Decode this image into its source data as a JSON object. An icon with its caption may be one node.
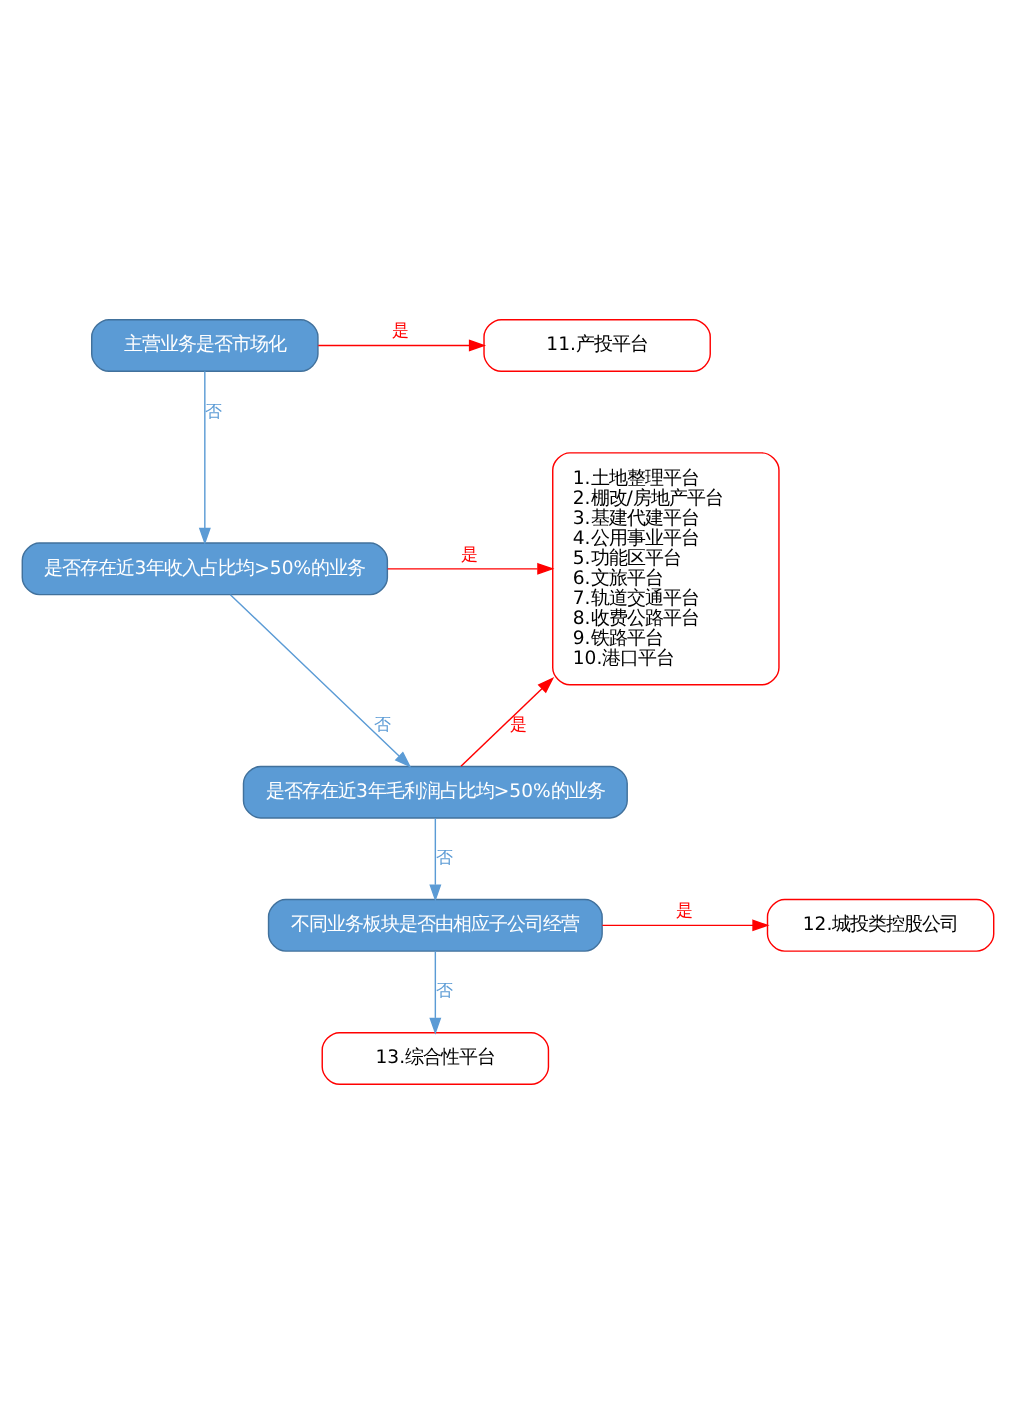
{
  "diagram": {
    "nodes": [
      {
        "text": [
          "主营业务是否市场化"
        ]
      },
      {
        "text": [
          "11.产投平台"
        ]
      },
      {
        "text": [
          "是否存在近3年收入占比均>50%的业务"
        ]
      },
      {
        "text": [
          "1.土地整理平台",
          "2.棚改/房地产平台",
          "3.基建代建平台",
          "4.公用事业平台",
          "5.功能区平台",
          "6.文旅平台",
          "7.轨道交通平台",
          "8.收费公路平台",
          "9.铁路平台",
          "10.港口平台"
        ]
      },
      {
        "text": [
          "是否存在近3年毛利润占比均>50%的业务"
        ]
      },
      {
        "text": [
          "不同业务板块是否由相应子公司经营"
        ]
      },
      {
        "text": [
          "12.城投类控股公司"
        ]
      },
      {
        "text": [
          "13.综合性平台"
        ]
      }
    ],
    "edges": [
      {
        "from": 0,
        "to": 1,
        "arrow": "to",
        "label": "是",
        "color": "#ff0000"
      },
      {
        "from": 0,
        "to": 2,
        "arrow": "to",
        "label": "否",
        "color": "#5b9bd5"
      },
      {
        "from": 2,
        "to": 3,
        "arrow": "to",
        "label": "是",
        "color": "#ff0000"
      },
      {
        "from": 2,
        "to": 4,
        "arrow": "to",
        "label": "否",
        "color": "#5b9bd5"
      },
      {
        "from": 4,
        "to": 3,
        "arrow": "to",
        "label": "是",
        "color": "#ff0000"
      },
      {
        "from": 4,
        "to": 5,
        "arrow": "to",
        "label": "否",
        "color": "#5b9bd5"
      },
      {
        "from": 5,
        "to": 6,
        "arrow": "to",
        "label": "是",
        "color": "#ff0000"
      },
      {
        "from": 5,
        "to": 7,
        "arrow": "to",
        "label": "否",
        "color": "#5b9bd5"
      }
    ]
  }
}
